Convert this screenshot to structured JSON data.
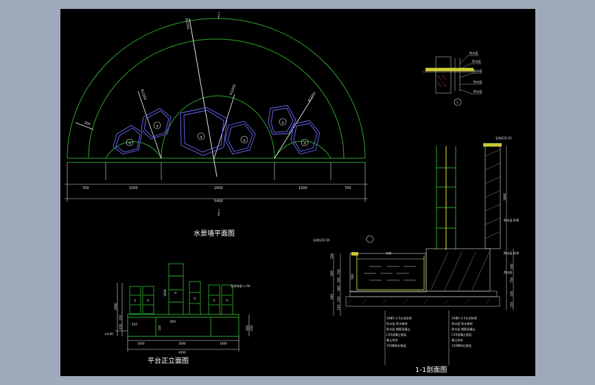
{
  "titles": {
    "plan": "水景墙平面图",
    "elevation": "平台正立面图",
    "section": "1-1剖面图"
  },
  "plan": {
    "section_mark_top": "1",
    "section_mark_bottom": "1",
    "radius_labels": [
      "R2700",
      "R1000",
      "R1000",
      "R1000"
    ],
    "width_label": "300",
    "dimensions_row1": [
      "700",
      "1000",
      "2000",
      "1000",
      "700"
    ],
    "dimension_total": "5400",
    "markers": [
      "②",
      "②",
      "②",
      "②",
      "②",
      "②"
    ]
  },
  "detail": {
    "marker": "1",
    "labels": [
      "防水层",
      "防水层",
      "防水层",
      "防水层",
      "防水层"
    ]
  },
  "elevation": {
    "dims_left": [
      "1000",
      "450",
      "150"
    ],
    "dims_bottom": [
      "1000",
      "2000",
      "1000"
    ],
    "dim_total": "4000",
    "dims_right": [
      "400",
      "450"
    ],
    "dims_inner": [
      "450",
      "850",
      "150",
      "1850"
    ],
    "note": "石材饰面 t=50",
    "level": "±0.00",
    "markers": [
      "②",
      "②",
      "②",
      "②",
      "②",
      "②"
    ]
  },
  "section": {
    "top_label": "石材压顶 (E)",
    "wall_height": "1800",
    "left_label": "石材压顶 (D)",
    "water_label": "水体",
    "water_dim": "500",
    "dims_left": [
      "500",
      "550",
      "750",
      "100",
      "400",
      "600",
      "150",
      "150"
    ],
    "dims_right": [
      "400",
      "750",
      "150",
      "150"
    ],
    "right_notes": [
      "防水层 砂浆",
      "防水层 砂浆",
      "防水层"
    ],
    "notes_left": [
      "20厚1:2.5水泥砂浆",
      "防水层 防水卷材",
      "防水层 钢筋混凝土",
      "C20混凝土垫层",
      "素土夯实",
      "150厚碎石垫层"
    ],
    "notes_right": [
      "20厚1:2.5水泥砂浆",
      "防水层 防水卷材",
      "防水层 钢筋混凝土",
      "C20混凝土垫层",
      "素土夯实",
      "150厚碎石垫层"
    ]
  }
}
